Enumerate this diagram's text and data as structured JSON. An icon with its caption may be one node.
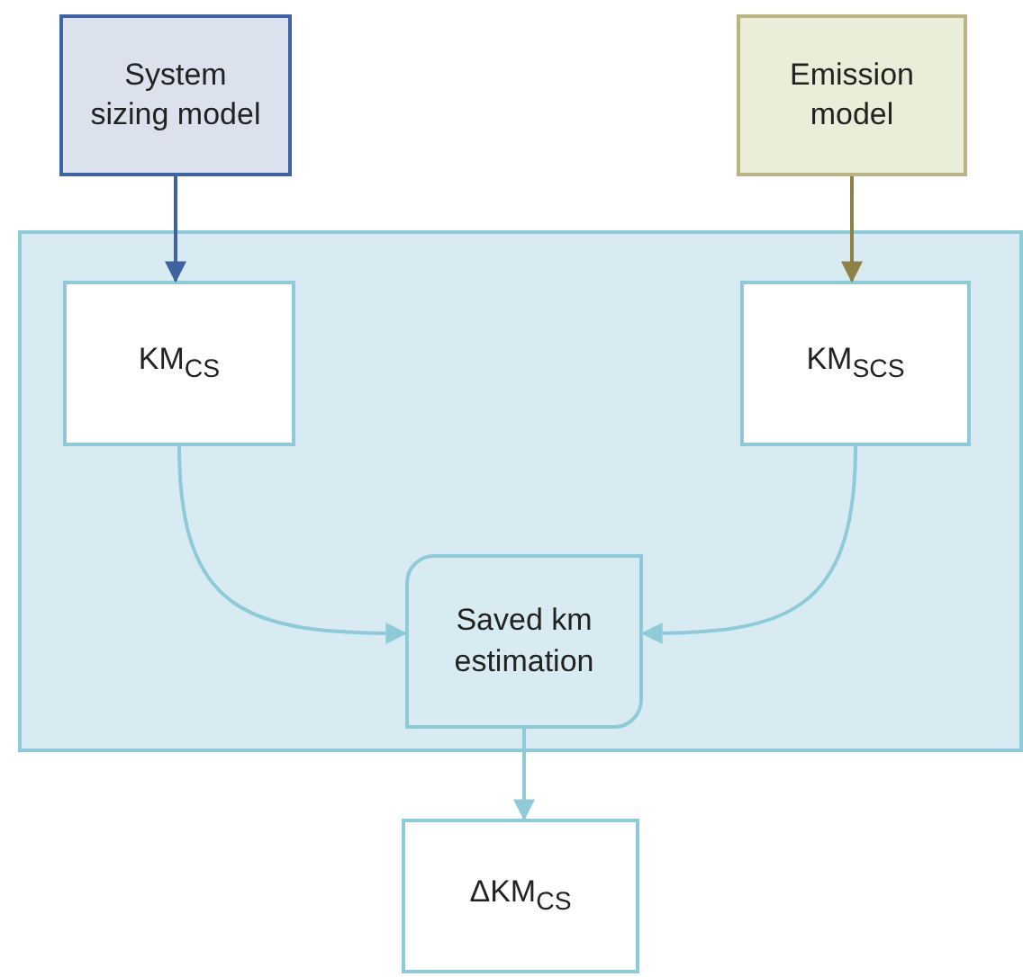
{
  "diagram": {
    "nodes": [
      {
        "text": [
          "System sizing model"
        ]
      },
      {
        "text": [
          "Emission model"
        ]
      },
      {
        "text": [],
        "shape": "box"
      },
      {
        "text": [
          "KM$_{CS}$"
        ],
        "in": 2
      },
      {
        "text": [
          "KM$_{SCS}$"
        ],
        "in": 2
      },
      {
        "text": [
          "Saved km estimation"
        ],
        "in": 2
      },
      {
        "text": [
          "ΔKM$_{CS}$"
        ]
      }
    ],
    "edges": [
      {
        "from": 0,
        "to": 3,
        "arrow": "to",
        "color": "#3d64a0"
      },
      {
        "from": 1,
        "to": 4,
        "arrow": "to",
        "color": "#8f8045"
      },
      {
        "from": 3,
        "to": 5,
        "arrow": "to"
      },
      {
        "from": 4,
        "to": 5,
        "arrow": "to"
      },
      {
        "from": 5,
        "to": 6,
        "arrow": "to"
      }
    ]
  }
}
